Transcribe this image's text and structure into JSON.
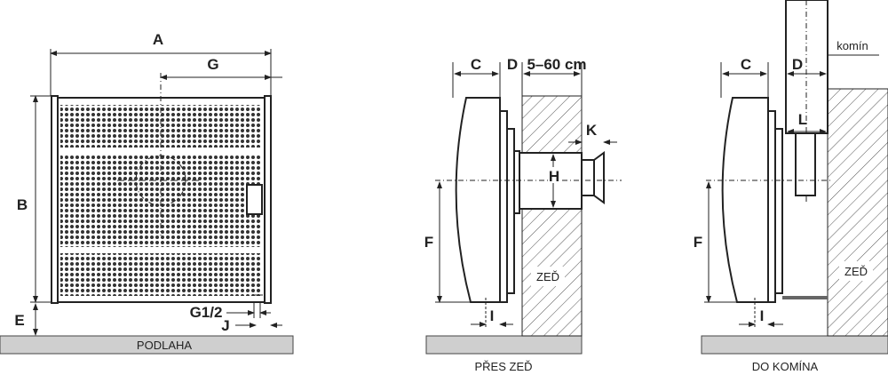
{
  "front_view": {
    "labels": {
      "A": "A",
      "G": "G",
      "B": "B",
      "E": "E",
      "G12": "G1/2",
      "J": "J"
    },
    "floor_label": "PODLAHA"
  },
  "through_wall_view": {
    "labels": {
      "C": "C",
      "D": "D",
      "distance": "5–60 cm",
      "K": "K",
      "H": "H",
      "F": "F",
      "I": "I"
    },
    "wall_label": "ZEĎ",
    "caption": "PŘES ZEĎ"
  },
  "chimney_view": {
    "labels": {
      "C": "C",
      "D": "D",
      "L": "L",
      "F": "F",
      "I": "I"
    },
    "chimney_label": "komín",
    "wall_label": "ZEĎ",
    "caption": "DO KOMÍNA"
  },
  "colors": {
    "floor": "#cfcfcf",
    "line": "#222222"
  }
}
